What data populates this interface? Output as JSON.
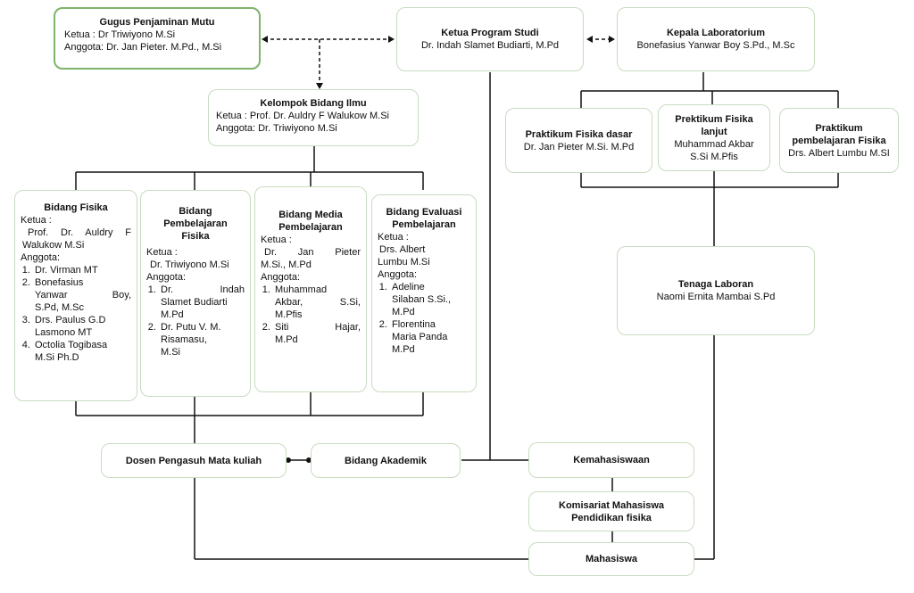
{
  "gugus": {
    "title": "Gugus Penjaminan Mutu",
    "ketua": "Ketua : Dr Triwiyono M.Si",
    "anggota": "Anggota: Dr. Jan Pieter. M.Pd., M.Si"
  },
  "kaprodi": {
    "title": "Ketua Program Studi",
    "name": "Dr. Indah Slamet Budiarti, M.Pd"
  },
  "kalab": {
    "title": "Kepala Laboratorium",
    "name": "Bonefasius Yanwar Boy S.Pd.,  M.Sc"
  },
  "kbi": {
    "title": "Kelompok Bidang Ilmu",
    "ketua": "Ketua : Prof. Dr. Auldry F Walukow M.Si",
    "anggota": "Anggota: Dr. Triwiyono M.Si"
  },
  "praktikum": [
    {
      "title": "Praktikum Fisika dasar",
      "name": "Dr. Jan Pieter M.Si. M.Pd"
    },
    {
      "title": "Prektikum Fisika lanjut",
      "name": "Muhammad Akbar S.Si M.Pfis"
    },
    {
      "title": "Praktikum pembelajaran Fisika",
      "name": "Drs. Albert Lumbu M.SI"
    }
  ],
  "bidang_fisika": {
    "title": "Bidang Fisika",
    "ketua_label": "Ketua :",
    "ketua_l1": "Prof. Dr. Auldry F",
    "ketua_l2": "Walukow M.Si",
    "anggota_label": "Anggota:",
    "m1": "Dr. Virman MT",
    "m2a": "Bonefasius",
    "m2b": "Yanwar Boy,",
    "m2c": "S.Pd, M.Sc",
    "m3a": "Drs. Paulus G.D",
    "m3b": "Lasmono MT",
    "m4a": "Octolia Togibasa",
    "m4b": "M.Si Ph.D"
  },
  "bidang_pembelajaran": {
    "title_l1": "Bidang",
    "title_l2": "Pembelajaran",
    "title_l3": "Fisika",
    "ketua_label": "Ketua :",
    "ketua": "Dr. Triwiyono M.Si",
    "anggota_label": "Anggota:",
    "m1a": "Dr. Indah",
    "m1b": "Slamet Budiarti",
    "m1c": "M.Pd",
    "m2a": "Dr. Putu V. M.",
    "m2b": "Risamasu,",
    "m2c": "M.Si"
  },
  "bidang_media": {
    "title_l1": "Bidang Media",
    "title_l2": "Pembelajaran",
    "ketua_label": "Ketua :",
    "ketua_l1": "Dr. Jan Pieter",
    "ketua_l2": "M.Si., M.Pd",
    "anggota_label": "Anggota:",
    "m1a": "Muhammad",
    "m1b": "Akbar, S.Si,",
    "m1c": "M.Pfis",
    "m2a": "Siti Hajar,",
    "m2b": "M.Pd"
  },
  "bidang_evaluasi": {
    "title_l1": "Bidang Evaluasi",
    "title_l2": "Pembelajaran",
    "ketua_label": "Ketua :",
    "ketua_l1": "Drs. Albert",
    "ketua_l2": "Lumbu M.Si",
    "anggota_label": "Anggota:",
    "m1a": "Adeline",
    "m1b": "Silaban S.Si.,",
    "m1c": "M.Pd",
    "m2a": "Florentina",
    "m2b": "Maria Panda",
    "m2c": "M.Pd"
  },
  "tenaga": {
    "title": "Tenaga Laboran",
    "name": "Naomi  Ernita Mambai S.Pd"
  },
  "dosen": {
    "title": "Dosen Pengasuh Mata kuliah"
  },
  "akademik": {
    "title": "Bidang Akademik"
  },
  "kemahasiswaan": {
    "title": "Kemahasiswaan"
  },
  "komisariat": {
    "title": "Komisariat Mahasiswa Pendidikan fisika"
  },
  "mahasiswa": {
    "title": "Mahasiswa"
  },
  "colors": {
    "line": "#111111",
    "box_border": "#c8dcc0",
    "highlight_border": "#7fb46a"
  }
}
